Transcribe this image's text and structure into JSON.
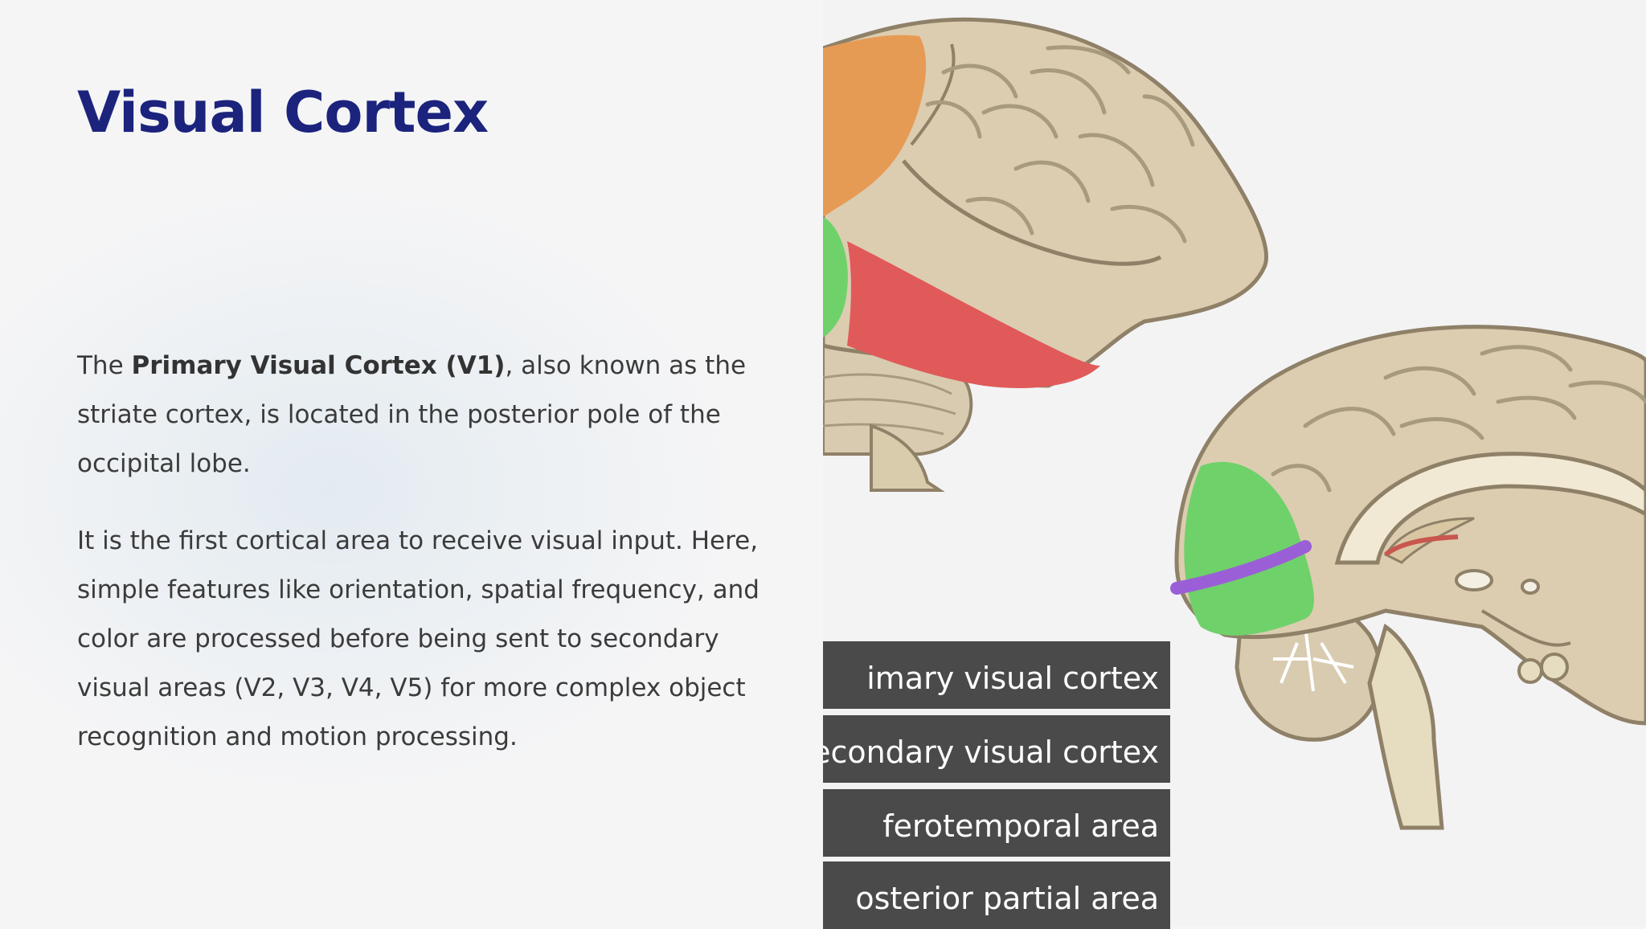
{
  "slide": {
    "title": "Visual Cortex",
    "paragraph1": {
      "intro": "The ",
      "bold": "Primary Visual Cortex (V1)",
      "rest": ", also known as the striate cortex, is located in the posterior pole of the occipital lobe."
    },
    "paragraph2": "It is the first cortical area to receive visual input. Here, simple features like orientation, spatial frequency, and color are processed before being sent to secondary visual areas (V2, V3, V4, V5) for more complex object recognition and motion processing."
  },
  "figure": {
    "labels": [
      "imary visual cortex",
      "econdary visual cortex",
      "ferotemporal area",
      "osterior partial area"
    ],
    "colors": {
      "brain": "#dccdb0",
      "brain_outline": "#8f8068",
      "orange_region": "#e69b55",
      "green_region": "#6fd16a",
      "red_region": "#e05a5a",
      "purple_region": "#9a5fd6",
      "label_bg": "#4a4a4a"
    }
  }
}
